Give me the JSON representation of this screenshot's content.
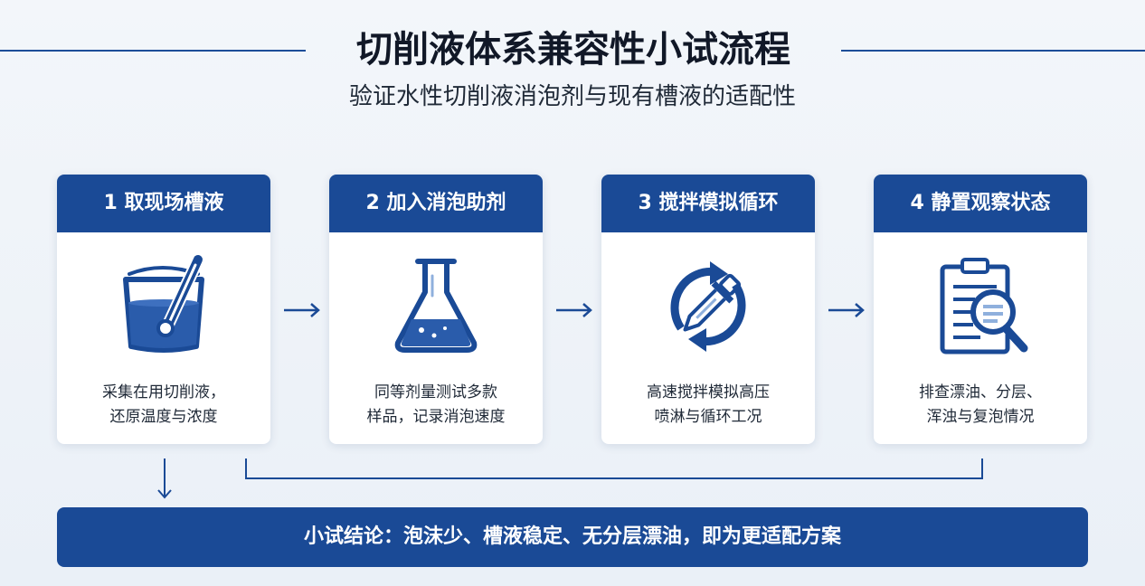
{
  "header": {
    "title": "切削液体系兼容性小试流程",
    "subtitle": "验证水性切削液消泡剂与现有槽液的适配性"
  },
  "steps": [
    {
      "title": "1 取现场槽液",
      "desc_line1": "采集在用切削液，",
      "desc_line2": "还原温度与浓度",
      "icon": "beaker-thermometer-icon"
    },
    {
      "title": "2 加入消泡助剂",
      "desc_line1": "同等剂量测试多款",
      "desc_line2": "样品，记录消泡速度",
      "icon": "flask-icon"
    },
    {
      "title": "3 搅拌模拟循环",
      "desc_line1": "高速搅拌模拟高压",
      "desc_line2": "喷淋与循环工况",
      "icon": "cycle-dropper-icon"
    },
    {
      "title": "4 静置观察状态",
      "desc_line1": "排查漂油、分层、",
      "desc_line2": "浑浊与复泡情况",
      "icon": "clipboard-magnifier-icon"
    }
  ],
  "conclusion": "小试结论：泡沫少、槽液稳定、无分层漂油，即为更适配方案",
  "colors": {
    "primary": "#1a4a96",
    "liquid": "#2a5cab",
    "background": "#eef2f8",
    "card": "#ffffff"
  }
}
